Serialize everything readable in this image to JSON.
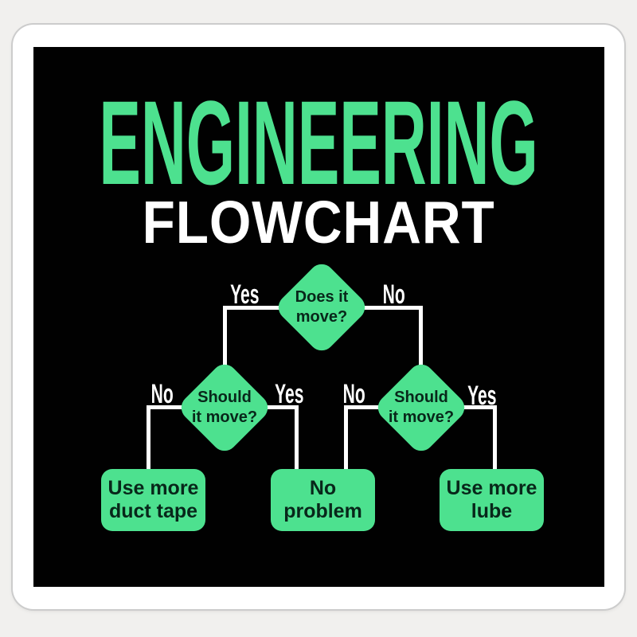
{
  "title": {
    "main": "ENGINEERING",
    "sub": "FLOWCHART"
  },
  "colors": {
    "page_background": "#f1f0ee",
    "sticker_white": "#ffffff",
    "sticker_edge": "#cccccc",
    "canvas_black": "#010101",
    "accent_green": "#4de18f",
    "node_text_dark": "#08271a",
    "connector_white": "#ffffff"
  },
  "flowchart": {
    "decisions": [
      {
        "id": "does-it-move",
        "line1": "Does it",
        "line2": "move?",
        "branch_left": "Yes",
        "branch_right": "No"
      },
      {
        "id": "should-it-move-left",
        "line1": "Should",
        "line2": "it move?",
        "branch_left": "No",
        "branch_right": "Yes"
      },
      {
        "id": "should-it-move-right",
        "line1": "Should",
        "line2": "it move?",
        "branch_left": "No",
        "branch_right": "Yes"
      }
    ],
    "outcomes": [
      {
        "id": "duct-tape",
        "line1": "Use more",
        "line2": "duct tape"
      },
      {
        "id": "no-problem",
        "line1": "No",
        "line2": "problem"
      },
      {
        "id": "lube",
        "line1": "Use more",
        "line2": "lube"
      }
    ]
  }
}
